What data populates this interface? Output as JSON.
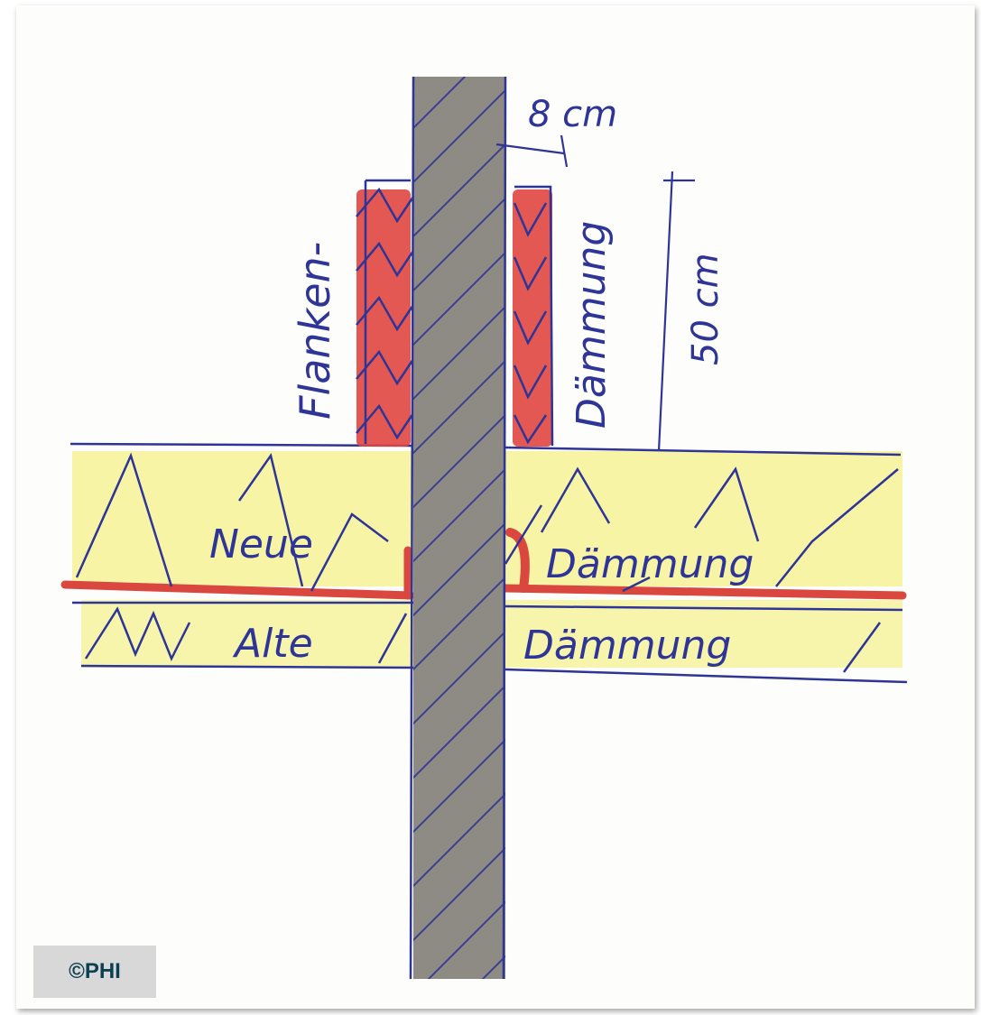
{
  "labels": {
    "flanken": "Flanken-",
    "daemmung_vertical": "Dämmung",
    "dimension_width": "8 cm",
    "dimension_height": "50 cm",
    "neue": "Neue",
    "daemmung_new": "Dämmung",
    "alte": "Alte",
    "daemmung_old": "Dämmung"
  },
  "copyright": "©PHI",
  "colors": {
    "ink": "#2e3596",
    "flank_insulation": "#e0463f",
    "new_insulation": "#f2ee7a",
    "airtight_layer": "#d9473f",
    "wall": "#8a8680"
  }
}
